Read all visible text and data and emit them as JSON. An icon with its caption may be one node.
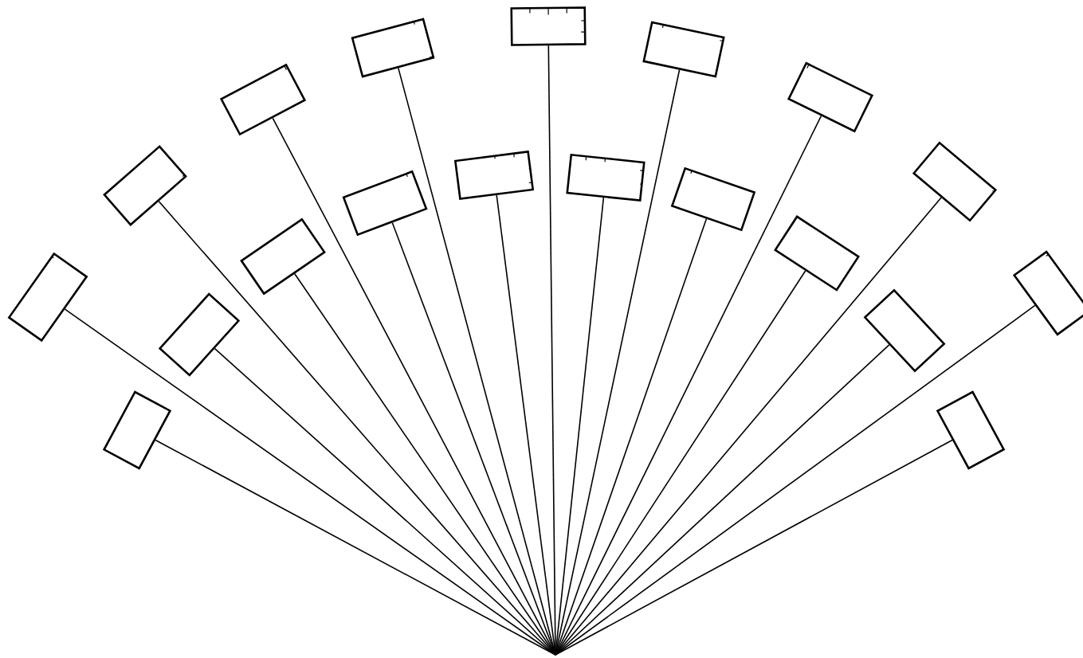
{
  "diagram": {
    "nodes": [
      {
        "text": [],
        "shape": "box"
      },
      {
        "text": [],
        "shape": "box"
      },
      {
        "text": [],
        "shape": "box"
      },
      {
        "text": [],
        "shape": "box"
      },
      {
        "text": [],
        "shape": "box"
      },
      {
        "text": [],
        "shape": "box"
      },
      {
        "text": [],
        "shape": "box"
      },
      {
        "text": [],
        "shape": "box"
      },
      {
        "text": [],
        "shape": "box"
      },
      {
        "text": [],
        "shape": "box"
      },
      {
        "text": [],
        "shape": "box"
      },
      {
        "text": [],
        "shape": "box"
      },
      {
        "text": [],
        "shape": "box"
      },
      {
        "text": [],
        "shape": "box"
      },
      {
        "text": [],
        "shape": "box"
      },
      {
        "text": [],
        "shape": "box"
      },
      {
        "text": [],
        "shape": "box"
      },
      {
        "text": [],
        "shape": "box"
      },
      {
        "text": [],
        "shape": "box"
      }
    ],
    "edges": [
      {
        "from": null,
        "to": 0,
        "arrow": "none"
      },
      {
        "from": null,
        "to": 1,
        "arrow": "none"
      },
      {
        "from": null,
        "to": 2,
        "arrow": "none"
      },
      {
        "from": null,
        "to": 3,
        "arrow": "none"
      },
      {
        "from": null,
        "to": 4,
        "arrow": "none"
      },
      {
        "from": null,
        "to": 5,
        "arrow": "none"
      },
      {
        "from": null,
        "to": 6,
        "arrow": "none"
      },
      {
        "from": null,
        "to": 7,
        "arrow": "none"
      },
      {
        "from": null,
        "to": 8,
        "arrow": "none"
      },
      {
        "from": null,
        "to": 9,
        "arrow": "none"
      },
      {
        "from": null,
        "to": 10,
        "arrow": "none"
      },
      {
        "from": null,
        "to": 11,
        "arrow": "none"
      },
      {
        "from": null,
        "to": 12,
        "arrow": "none"
      },
      {
        "from": null,
        "to": 13,
        "arrow": "none"
      },
      {
        "from": null,
        "to": 14,
        "arrow": "none"
      },
      {
        "from": null,
        "to": 15,
        "arrow": "none"
      },
      {
        "from": null,
        "to": 16,
        "arrow": "none"
      },
      {
        "from": null,
        "to": 17,
        "arrow": "none"
      },
      {
        "from": null,
        "to": 18,
        "arrow": "none"
      }
    ]
  }
}
